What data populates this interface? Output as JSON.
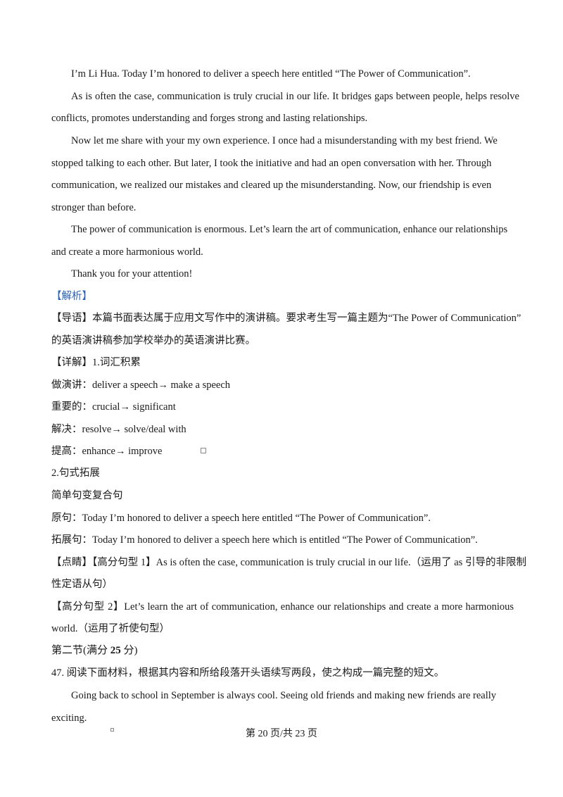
{
  "essay": {
    "p1": "I’m Li Hua. Today I’m honored to deliver a speech here entitled “The Power of Communication”.",
    "p2_l1": "As is often the case, communication is truly crucial in our life. It bridges gaps between people, helps resolve",
    "p2_l2": "conflicts, promotes understanding and forges strong and lasting relationships.",
    "p3_l1": "Now let me share with your my own experience. I once had a misunderstanding with my best friend. We",
    "p3_l2": "stopped talking to each other. But later, I took the initiative and had an open conversation with her. Through",
    "p3_l3": "communication, we realized our mistakes and cleared up the misunderstanding. Now, our friendship is even",
    "p3_l4": "stronger than before.",
    "p4_l1": "The power of communication is enormous. Let’s learn the art of communication, enhance our relationships",
    "p4_l2": "and create a more harmonious world.",
    "p5": "Thank you for your attention!"
  },
  "analysis": {
    "heading": "【解析】",
    "guide_l1": "【导语】本篇书面表达属于应用文写作中的演讲稿。要求考生写一篇主题为“The Power of Communication”",
    "guide_l2": "的英语演讲稿参加学校举办的英语演讲比赛。",
    "detail_heading": "【详解】1.词汇积累",
    "vocab": [
      "做演讲：deliver a speech→ make a speech",
      "重要的：crucial→ significant",
      "解决：resolve→ solve/deal with",
      "提高：enhance→ improve"
    ],
    "sentence_heading": "2.句式拓展",
    "sentence_sub": "简单句变复合句",
    "original": "原句：Today I’m honored to deliver a speech here entitled “The Power of Communication”.",
    "expanded": "拓展句：Today I’m honored to deliver a speech here which is entitled “The Power of Communication”.",
    "tip1_l1": "【点睛】【高分句型 1】As is often the case, communication is truly crucial in our life.（运用了 as 引导的非限制",
    "tip1_l2": "性定语从句）",
    "tip2_l1": "【高分句型 2】Let’s learn the art of communication, enhance our relationships and create a more harmonious",
    "tip2_l2": "world.（运用了祈使句型）"
  },
  "section2": {
    "heading_prefix": "第二节(满分 ",
    "heading_score": "25",
    "heading_suffix": " 分)",
    "q_l1": "47. 阅读下面材料，根据其内容和所给段落开头语续写两段，使之构成一篇完整的短文。",
    "material_l1": "Going back to school in September is always cool. Seeing old friends and making new friends are really",
    "material_l2": "exciting."
  },
  "footer": {
    "page": "第 20 页/共 23 页"
  }
}
